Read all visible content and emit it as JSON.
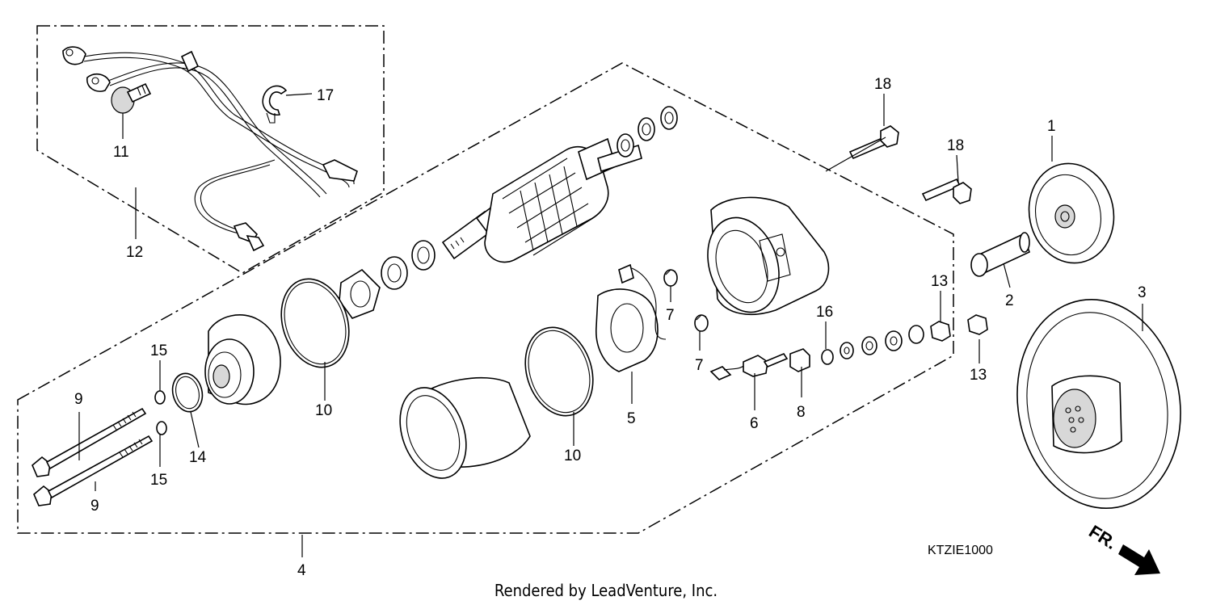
{
  "diagram": {
    "code": "KTZIE1000",
    "credit": "Rendered by LeadVenture, Inc.",
    "front_mark": "FR.",
    "callouts": [
      {
        "id": "c1",
        "label": "1"
      },
      {
        "id": "c2",
        "label": "2"
      },
      {
        "id": "c3",
        "label": "3"
      },
      {
        "id": "c4",
        "label": "4"
      },
      {
        "id": "c5",
        "label": "5"
      },
      {
        "id": "c6",
        "label": "6"
      },
      {
        "id": "c7a",
        "label": "7"
      },
      {
        "id": "c7b",
        "label": "7"
      },
      {
        "id": "c8",
        "label": "8"
      },
      {
        "id": "c9a",
        "label": "9"
      },
      {
        "id": "c9b",
        "label": "9"
      },
      {
        "id": "c10a",
        "label": "10"
      },
      {
        "id": "c10b",
        "label": "10"
      },
      {
        "id": "c11",
        "label": "11"
      },
      {
        "id": "c12",
        "label": "12"
      },
      {
        "id": "c13a",
        "label": "13"
      },
      {
        "id": "c13b",
        "label": "13"
      },
      {
        "id": "c14",
        "label": "14"
      },
      {
        "id": "c15a",
        "label": "15"
      },
      {
        "id": "c15b",
        "label": "15"
      },
      {
        "id": "c16",
        "label": "16"
      },
      {
        "id": "c17",
        "label": "17"
      },
      {
        "id": "c18a",
        "label": "18"
      },
      {
        "id": "c18b",
        "label": "18"
      }
    ]
  }
}
